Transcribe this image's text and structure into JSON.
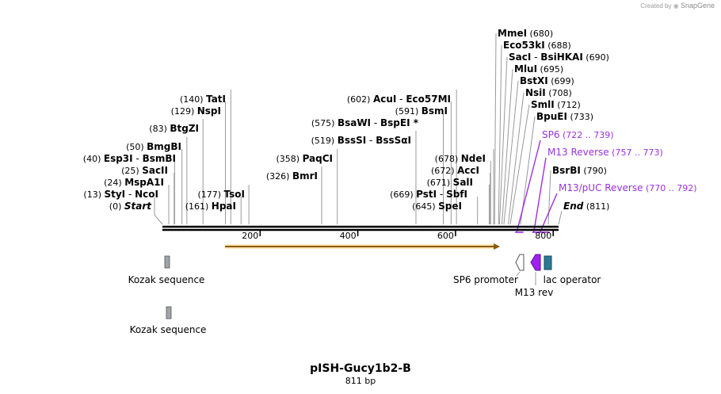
{
  "app": {
    "credit": "Created by",
    "brand": "SnapGene"
  },
  "map": {
    "title": "pISH-Gucy1b2-B",
    "length_label": "811 bp",
    "total_bp": 811,
    "ticks": [
      "200",
      "400",
      "600",
      "800"
    ],
    "tick_values": [
      200,
      400,
      600,
      800
    ],
    "end_labels": {
      "start": {
        "name": "Start",
        "pos": "(0)",
        "bp": 0
      },
      "end": {
        "name": "End",
        "pos": "(811)",
        "bp": 811
      }
    }
  },
  "enzymes": [
    {
      "names": [
        "StyI",
        "NcoI"
      ],
      "pos": "(13)",
      "bp": 13
    },
    {
      "names": [
        "MspA1I"
      ],
      "pos": "(24)",
      "bp": 24
    },
    {
      "names": [
        "SacII"
      ],
      "pos": "(25)",
      "bp": 25
    },
    {
      "names": [
        "Esp3I",
        "BsmBI"
      ],
      "pos": "(40)",
      "bp": 40
    },
    {
      "names": [
        "BmgBI"
      ],
      "pos": "(50)",
      "bp": 50
    },
    {
      "names": [
        "BtgZI"
      ],
      "pos": "(83)",
      "bp": 83
    },
    {
      "names": [
        "NspI"
      ],
      "pos": "(129)",
      "bp": 129
    },
    {
      "names": [
        "TatI"
      ],
      "pos": "(140)",
      "bp": 140
    },
    {
      "names": [
        "HpaI"
      ],
      "pos": "(161)",
      "bp": 161
    },
    {
      "names": [
        "TsoI"
      ],
      "pos": "(177)",
      "bp": 177
    },
    {
      "names": [
        "BmrI"
      ],
      "pos": "(326)",
      "bp": 326
    },
    {
      "names": [
        "PaqCI"
      ],
      "pos": "(358)",
      "bp": 358
    },
    {
      "names": [
        "BssSI",
        "BssSαI"
      ],
      "pos": "(519)",
      "bp": 519
    },
    {
      "names": [
        "BsaWI",
        "BspEI *"
      ],
      "pos": "(575)",
      "bp": 575
    },
    {
      "names": [
        "BsmI"
      ],
      "pos": "(591)",
      "bp": 591
    },
    {
      "names": [
        "AcuI",
        "Eco57MI"
      ],
      "pos": "(602)",
      "bp": 602
    },
    {
      "names": [
        "SpeI"
      ],
      "pos": "(645)",
      "bp": 645
    },
    {
      "names": [
        "PstI",
        "SbfI"
      ],
      "pos": "(669)",
      "bp": 669
    },
    {
      "names": [
        "SalI"
      ],
      "pos": "(671)",
      "bp": 671
    },
    {
      "names": [
        "AccI"
      ],
      "pos": "(672)",
      "bp": 672
    },
    {
      "names": [
        "NdeI"
      ],
      "pos": "(678)",
      "bp": 678
    },
    {
      "names": [
        "MmeI"
      ],
      "pos": "(680)",
      "bp": 680
    },
    {
      "names": [
        "Eco53kI"
      ],
      "pos": "(688)",
      "bp": 688
    },
    {
      "names": [
        "SacI",
        "BsiHKAI"
      ],
      "pos": "(690)",
      "bp": 690
    },
    {
      "names": [
        "MluI"
      ],
      "pos": "(695)",
      "bp": 695
    },
    {
      "names": [
        "BstXI"
      ],
      "pos": "(699)",
      "bp": 699
    },
    {
      "names": [
        "NsiI"
      ],
      "pos": "(708)",
      "bp": 708
    },
    {
      "names": [
        "SmlI"
      ],
      "pos": "(712)",
      "bp": 712
    },
    {
      "names": [
        "BpuEI"
      ],
      "pos": "(733)",
      "bp": 733
    },
    {
      "names": [
        "BsrBI"
      ],
      "pos": "(790)",
      "bp": 790
    }
  ],
  "primers": [
    {
      "name": "SP6",
      "range": "(722 .. 739)",
      "start": 722,
      "end": 739
    },
    {
      "name": "M13 Reverse",
      "range": "(757 .. 773)",
      "start": 757,
      "end": 773
    },
    {
      "name": "M13/pUC Reverse",
      "range": "(770 .. 792)",
      "start": 770,
      "end": 792
    }
  ],
  "features": [
    {
      "name": "Kozak sequence",
      "bp": 9,
      "color": "#a0a4a8"
    },
    {
      "name": "Kozak sequence",
      "bp": 9,
      "color": "#a0a4a8"
    },
    {
      "name": "SP6 promoter",
      "bp": 730,
      "color": "#ffffff"
    },
    {
      "name": "M13 rev",
      "bp": 765,
      "color": "#a020f0"
    },
    {
      "name": "lac operator",
      "bp": 781,
      "color": "#2a7a96"
    }
  ],
  "orf": {
    "start": 128,
    "end": 691,
    "color": "#f5a623"
  },
  "colors": {
    "enzyme": "#000000",
    "primer": "#9b30e0",
    "backbone": "#000000",
    "leader": "#999999"
  }
}
